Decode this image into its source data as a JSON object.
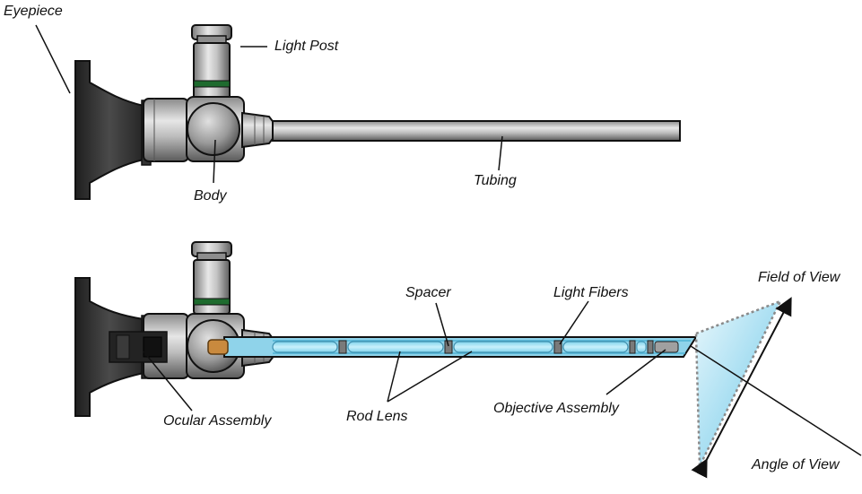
{
  "labels": {
    "eyepiece": "Eyepiece",
    "light_post": "Light Post",
    "body": "Body",
    "tubing": "Tubing",
    "spacer": "Spacer",
    "light_fibers": "Light Fibers",
    "field_of_view": "Field of View",
    "ocular_assembly": "Ocular Assembly",
    "rod_lens": "Rod Lens",
    "objective_assembly": "Objective Assembly",
    "angle_of_view": "Angle of View"
  },
  "colors": {
    "metal_dark": "#5a5a5a",
    "metal_light": "#d8d8d8",
    "eyepiece": "#2f2f2f",
    "green_band": "#1e6b2e",
    "rod_lens": "#9fe0f2",
    "field_of_view": "#bfe8f6",
    "outline": "#1a1a1a"
  }
}
